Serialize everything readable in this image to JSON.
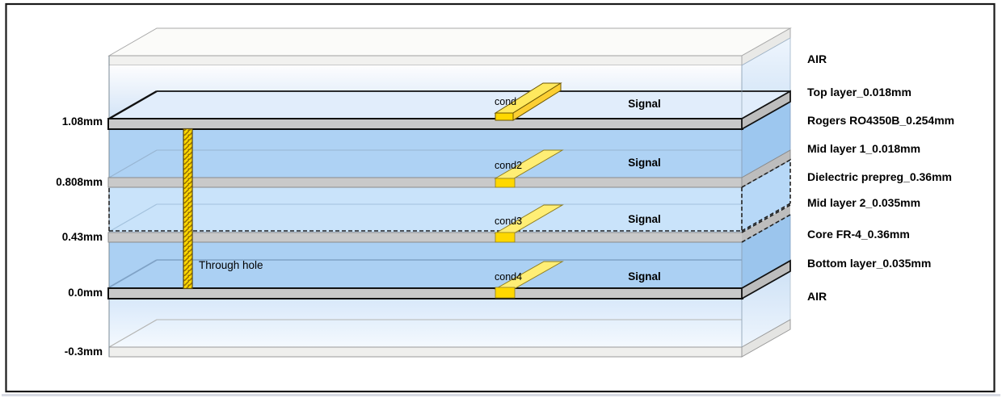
{
  "diagram": {
    "title_hint": "PCB layer stackup 3D view",
    "left_scale": [
      "1.08mm",
      "0.808mm",
      "0.43mm",
      "0.0mm",
      "-0.3mm"
    ],
    "right_labels": [
      "AIR",
      "Top layer_0.018mm",
      "Rogers RO4350B_0.254mm",
      "Mid layer 1_0.018mm",
      "Dielectric prepreg_0.36mm",
      "Mid layer 2_0.035mm",
      "Core FR-4_0.36mm",
      "Bottom layer_0.035mm",
      "AIR"
    ],
    "conductors": [
      "cond",
      "cond2",
      "cond3",
      "cond4"
    ],
    "signal_labels": [
      "Signal",
      "Signal",
      "Signal",
      "Signal"
    ],
    "via_label": "Through hole",
    "colors": {
      "frame_border": "#1a1a1a",
      "metal_gray": "#c9c9c9",
      "rogers_blue": "#aed2f4",
      "prepreg_blue": "#c9e3fa",
      "core_blue": "#abd0f3",
      "air_blue": "#d7e7f8",
      "conductor_yellow": "#ffd800",
      "conductor_top_yellow": "#ffe95e",
      "via_hatch": "#9a7400",
      "text": "#000000"
    }
  }
}
